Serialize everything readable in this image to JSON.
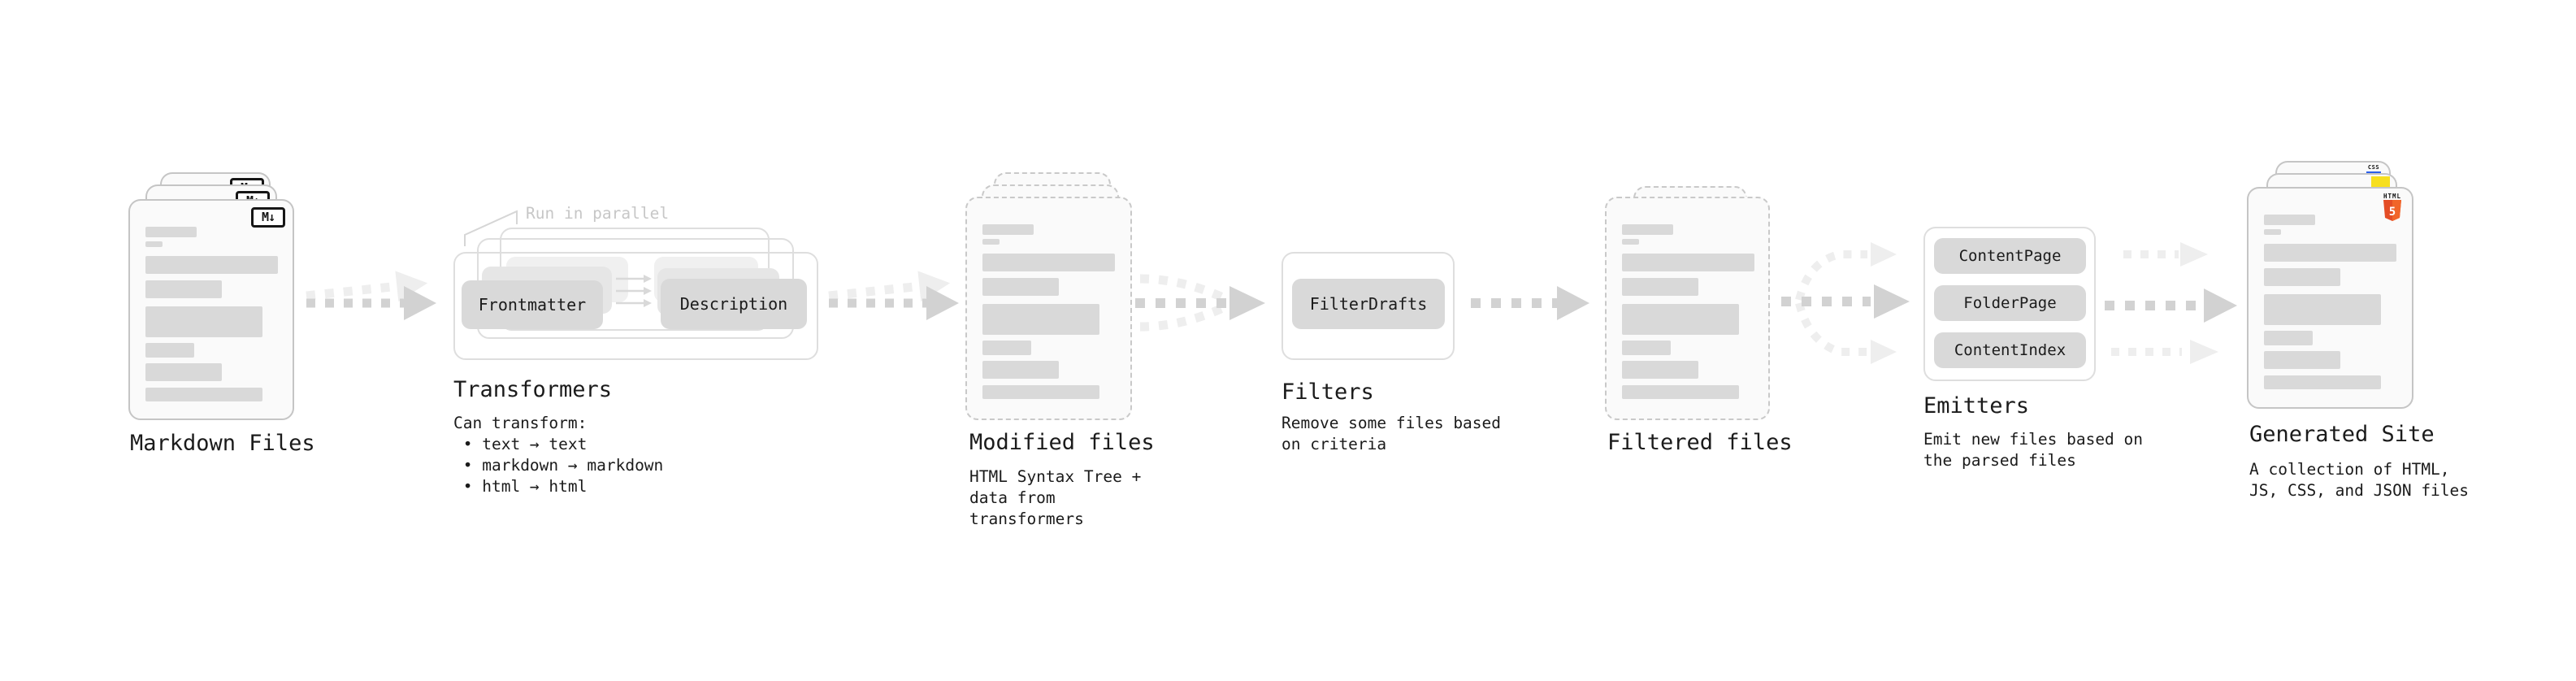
{
  "colors": {
    "text": "#1b1b1b",
    "muted_text": "#c7c7c7",
    "card_fill": "#fafafa",
    "card_border": "#c5c5c5",
    "dash_border": "#c9c9c9",
    "box_border": "#dedede",
    "bar": "#d9d9d9",
    "node_fill": "#d9d9d9",
    "node_ghost1": "#e6e6e6",
    "node_ghost2": "#f0f0f0",
    "arrow_gray": "#d2d2d2",
    "arrow_light": "#eeeeee",
    "js_yellow": "#f7df1e",
    "css_blue": "#2b5fea",
    "html5_orange": "#e44d26",
    "html5_orange_light": "#f16529"
  },
  "icons": {
    "markdown_badge": "M↓",
    "css_badge": "CSS",
    "html_badge_word": "HTML",
    "html_badge_number": "5"
  },
  "skeleton_bars": [
    {
      "t": 32,
      "w": 63,
      "h": 13
    },
    {
      "t": 50,
      "w": 21,
      "h": 7
    },
    {
      "t": 68,
      "w": 163,
      "h": 22
    },
    {
      "t": 98,
      "w": 94,
      "h": 22
    },
    {
      "t": 130,
      "w": 144,
      "h": 38
    },
    {
      "t": 175,
      "w": 60,
      "h": 18
    },
    {
      "t": 200,
      "w": 94,
      "h": 22
    },
    {
      "t": 230,
      "w": 144,
      "h": 17
    }
  ],
  "stages": {
    "markdown_files": {
      "label": "Markdown Files"
    },
    "transformers": {
      "label": "Transformers",
      "callout": "Run in parallel",
      "nodes": {
        "frontmatter": "Frontmatter",
        "description": "Description"
      },
      "description": "Can transform:\n • text → text\n • markdown → markdown\n • html → html"
    },
    "modified_files": {
      "label": "Modified files",
      "description": "HTML Syntax Tree +\ndata from transformers"
    },
    "filters": {
      "label": "Filters",
      "nodes": {
        "filter_drafts": "FilterDrafts"
      },
      "description": "Remove some files based\non criteria"
    },
    "filtered_files": {
      "label": "Filtered files"
    },
    "emitters": {
      "label": "Emitters",
      "nodes": [
        "ContentPage",
        "FolderPage",
        "ContentIndex"
      ],
      "description": "Emit new files based on\nthe parsed files"
    },
    "generated_site": {
      "label": "Generated Site",
      "description": "A collection of HTML,\nJS, CSS, and JSON files"
    }
  }
}
